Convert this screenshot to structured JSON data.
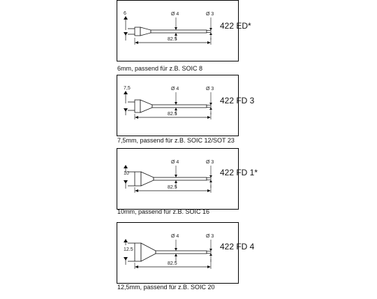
{
  "panels": [
    {
      "model": "422 ED*",
      "tip_width": "6",
      "shaft_label": "Ø 4",
      "end_label": "Ø 3",
      "length": "82.5",
      "caption": "6mm, passend für z.B. SOIC 8"
    },
    {
      "model": "422 FD 3",
      "tip_width": "7,5",
      "shaft_label": "Ø 4",
      "end_label": "Ø 3",
      "length": "82.5",
      "caption": "7,5mm, passend für z.B. SOIC 12/SOT 23"
    },
    {
      "model": "422 FD 1*",
      "tip_width": "10",
      "shaft_label": "Ø 4",
      "end_label": "Ø 3",
      "length": "82.5",
      "caption": "10mm, passend für z.B. SOIC 16"
    },
    {
      "model": "422 FD 4",
      "tip_width": "12.5",
      "shaft_label": "Ø 4",
      "end_label": "Ø 3",
      "length": "82.5",
      "caption": "12,5mm, passend für z.B. SOIC 20"
    }
  ]
}
